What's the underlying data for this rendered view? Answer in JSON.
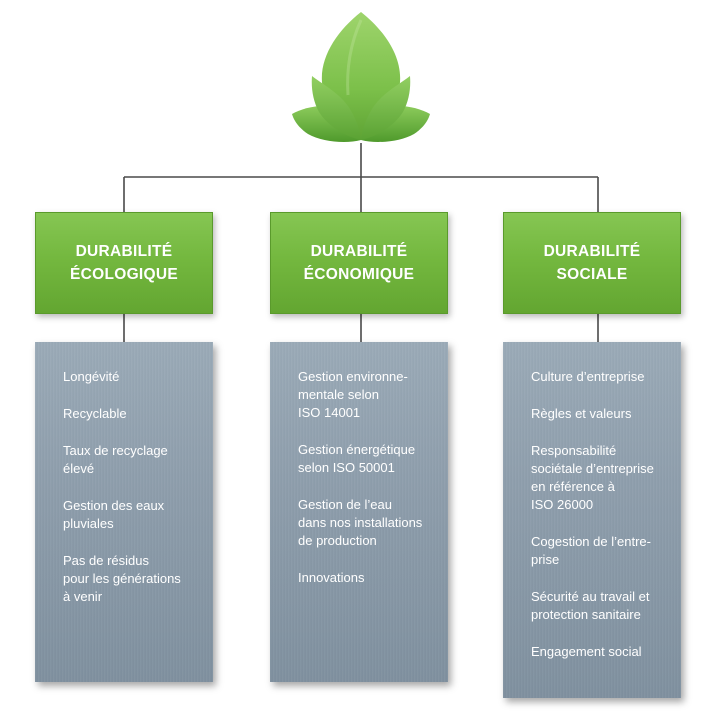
{
  "colors": {
    "green_dark": "#4f9a2c",
    "green_mid": "#74b83f",
    "green_light": "#9ed46c",
    "panel_gray": "#8e9eac",
    "connector": "#4a4a4a",
    "text_on_panel": "#ffffff"
  },
  "logo": {
    "icon": "lotus-leaf-icon"
  },
  "columns": [
    {
      "title_lines": [
        "DURABILITÉ",
        "ÉCOLOGIQUE"
      ],
      "items": [
        {
          "lines": [
            "Longévité"
          ]
        },
        {
          "lines": [
            "Recyclable"
          ]
        },
        {
          "lines": [
            "Taux de recyclage",
            "élevé"
          ]
        },
        {
          "lines": [
            "Gestion des eaux",
            "pluviales"
          ]
        },
        {
          "lines": [
            "Pas de résidus",
            "pour les générations",
            "à venir"
          ]
        }
      ]
    },
    {
      "title_lines": [
        "DURABILITÉ",
        "ÉCONOMIQUE"
      ],
      "items": [
        {
          "lines": [
            "Gestion environne-",
            "mentale selon",
            "ISO 14001"
          ]
        },
        {
          "lines": [
            "Gestion énergétique",
            "selon ISO 50001"
          ]
        },
        {
          "lines": [
            "Gestion de l’eau",
            "dans nos installations",
            "de production"
          ]
        },
        {
          "lines": [
            "Innovations"
          ]
        }
      ]
    },
    {
      "title_lines": [
        "DURABILITÉ",
        "SOCIALE"
      ],
      "items": [
        {
          "lines": [
            "Culture d’entreprise"
          ]
        },
        {
          "lines": [
            "Règles et valeurs"
          ]
        },
        {
          "lines": [
            "Responsabilité",
            "sociétale d’entreprise",
            "en référence à",
            "ISO 26000"
          ]
        },
        {
          "lines": [
            "Cogestion de l’entre-",
            "prise"
          ]
        },
        {
          "lines": [
            "Sécurité au travail et",
            "protection sanitaire"
          ]
        },
        {
          "lines": [
            "Engagement social"
          ]
        }
      ]
    }
  ]
}
